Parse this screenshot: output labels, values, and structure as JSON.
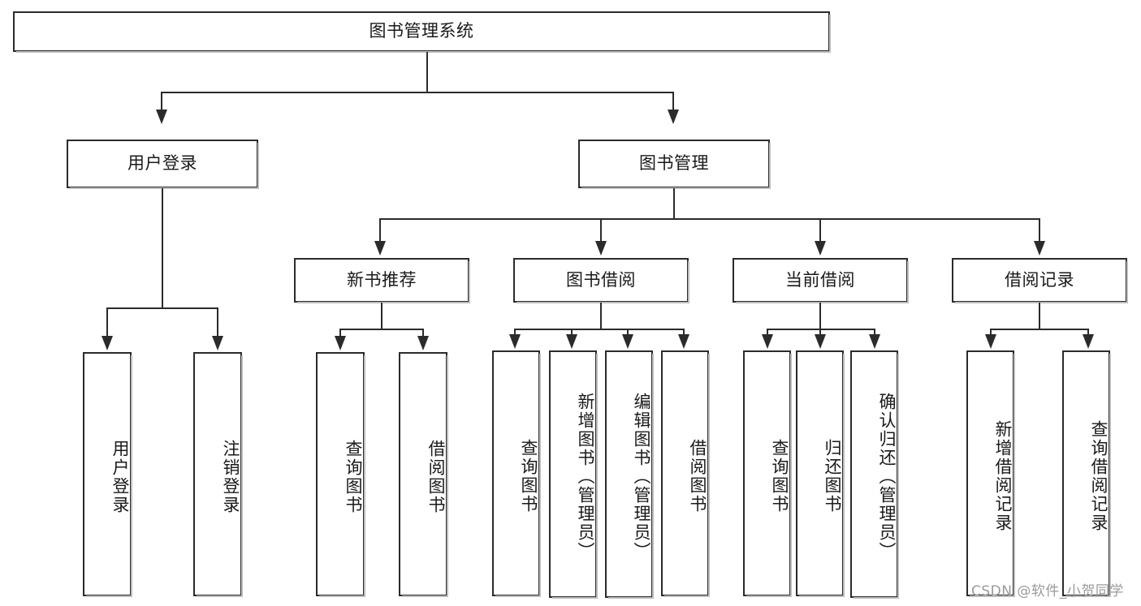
{
  "diagram": {
    "type": "tree",
    "title": "图书管理系统",
    "watermark": "CSDN @软件_小贺同学",
    "colors": {
      "stroke": "#2b2b2b",
      "fill": "#ffffff",
      "shadow": "#bdbdbd",
      "text": "#1a1a1a",
      "watermark": "#9a9a9a"
    },
    "nodes": {
      "root": "图书管理系统",
      "level1": [
        {
          "label": "用户登录"
        },
        {
          "label": "图书管理"
        }
      ],
      "level2": [
        {
          "label": "新书推荐"
        },
        {
          "label": "图书借阅"
        },
        {
          "label": "当前借阅"
        },
        {
          "label": "借阅记录"
        }
      ],
      "leaves": {
        "user_login": [
          {
            "label": "用户登录"
          },
          {
            "label": "注销登录"
          }
        ],
        "new_book_recommend": [
          {
            "label": "查询图书"
          },
          {
            "label": "借阅图书"
          }
        ],
        "book_borrow": [
          {
            "label": "查询图书"
          },
          {
            "label": "新增图书（管理员）"
          },
          {
            "label": "编辑图书（管理员）"
          },
          {
            "label": "借阅图书"
          }
        ],
        "current_borrow": [
          {
            "label": "查询图书"
          },
          {
            "label": "归还图书"
          },
          {
            "label": "确认归还（管理员）"
          }
        ],
        "borrow_record": [
          {
            "label": "新增借阅记录"
          },
          {
            "label": "查询借阅记录"
          }
        ]
      }
    }
  }
}
